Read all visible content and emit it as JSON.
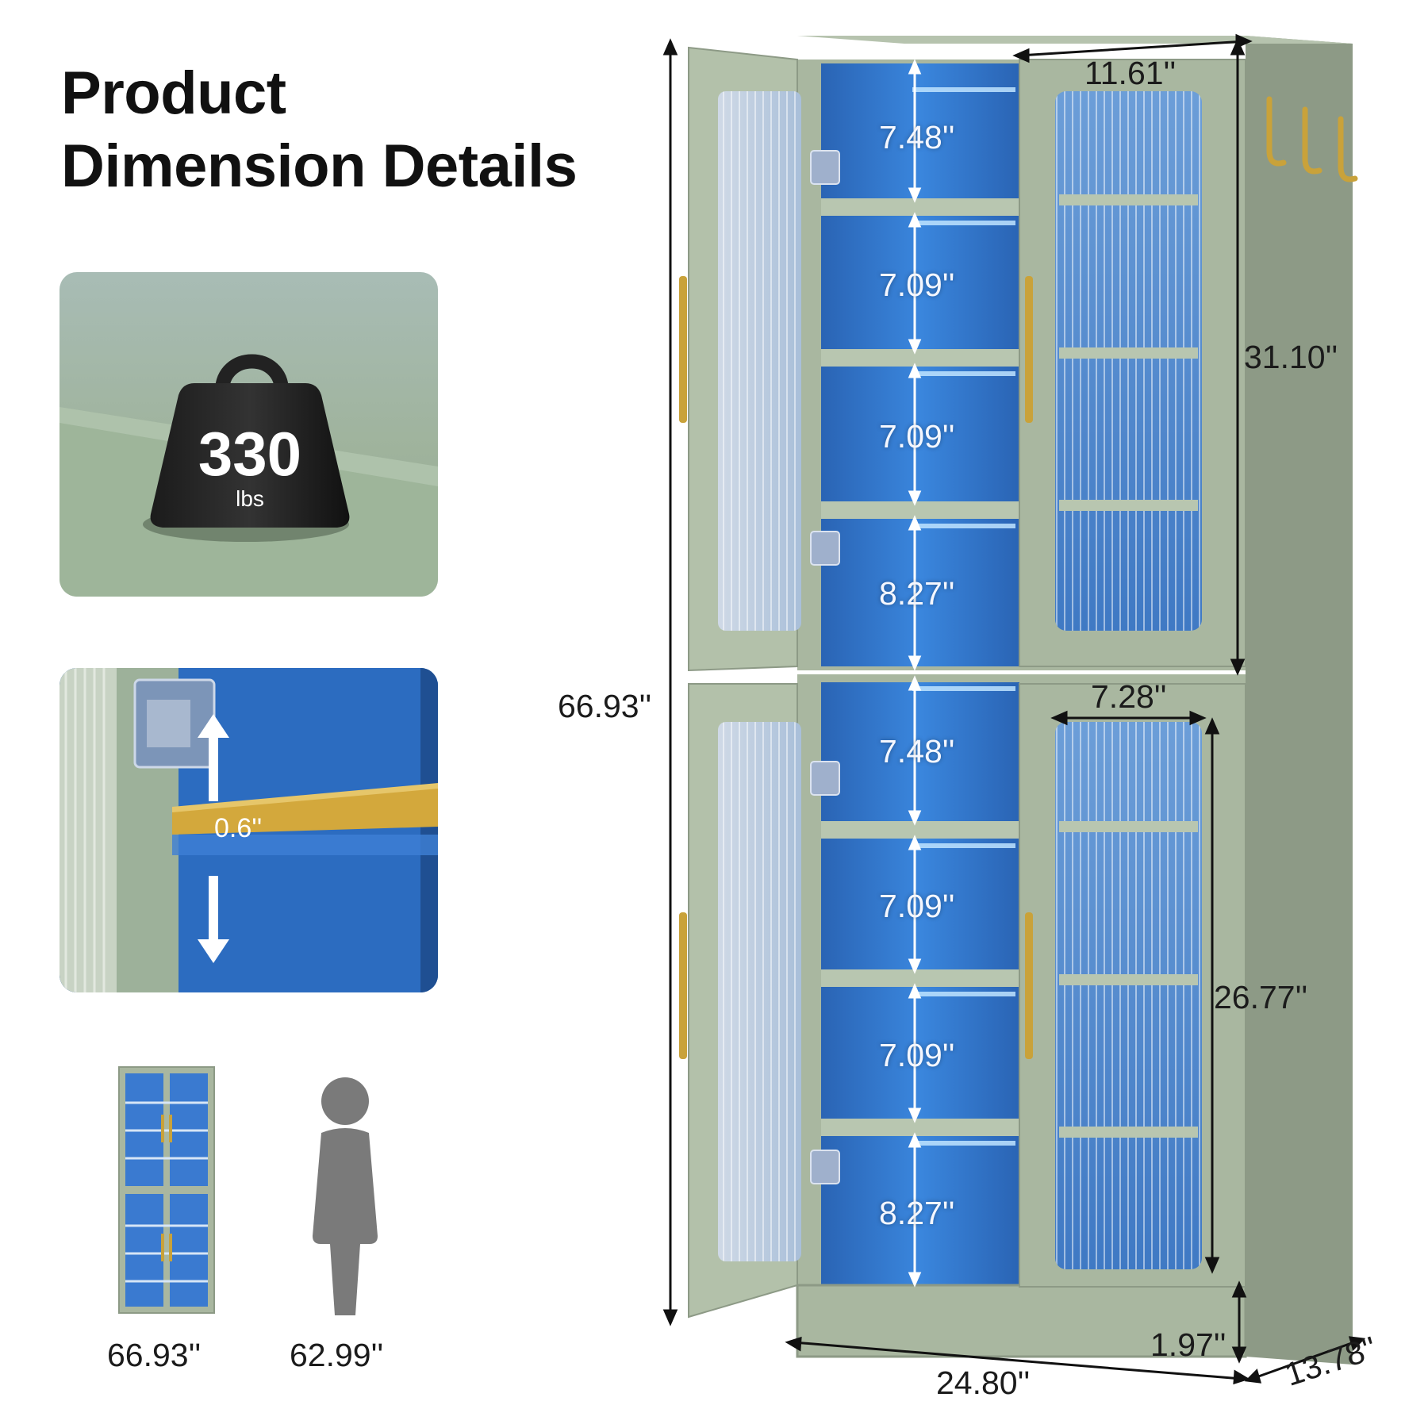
{
  "title": {
    "line1": "Product",
    "line2": "Dimension Details"
  },
  "weight_panel": {
    "value": "330",
    "unit": "lbs"
  },
  "shelf_panel": {
    "thickness": "0.6''"
  },
  "comparison": {
    "cabinet_height": "66.93''",
    "person_height": "62.99''"
  },
  "cabinet": {
    "total_height": "66.93''",
    "inner_width": "11.61''",
    "upper_height": "31.10''",
    "door_glass_width": "7.28''",
    "lower_height": "26.77''",
    "base_height": "1.97''",
    "width": "24.80''",
    "depth": "13.78''",
    "upper_shelves": [
      "7.48''",
      "7.09''",
      "7.09''",
      "8.27''"
    ],
    "lower_shelves": [
      "7.48''",
      "7.09''",
      "7.09''",
      "8.27''"
    ]
  },
  "colors": {
    "cabinet_body": "#a9b7a0",
    "cabinet_shadow": "#8d9a86",
    "interior_blue": "#2f6fc4",
    "led_glow": "#9fd0ff",
    "handle_gold": "#c9a23a",
    "panel_green": "#9fb39c"
  }
}
